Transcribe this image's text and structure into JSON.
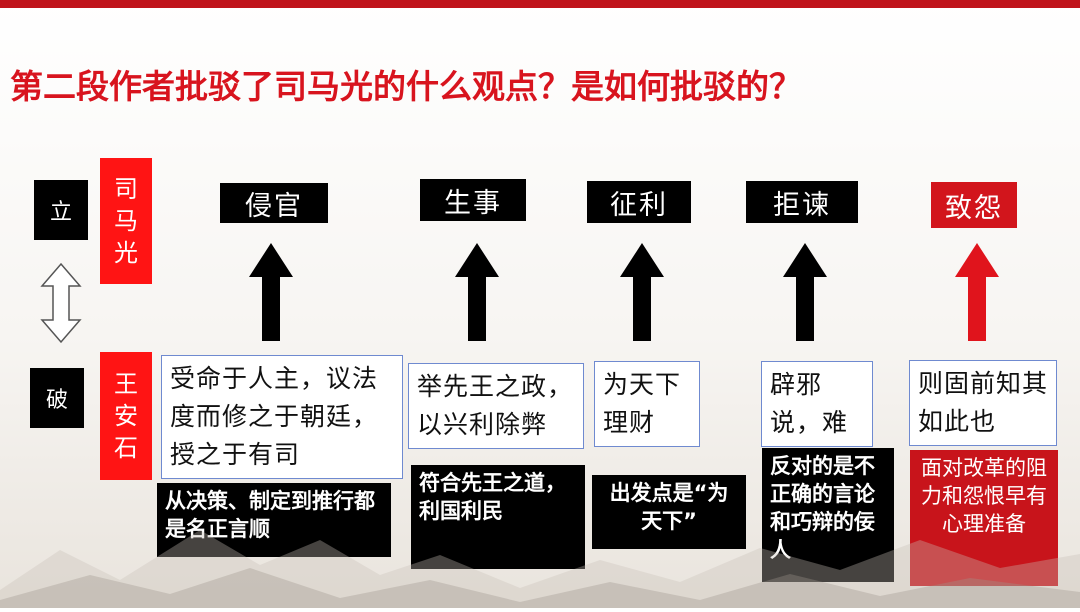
{
  "title": "第二段作者批驳了司马光的什么观点？是如何批驳的？",
  "side": {
    "li": "立",
    "po": "破",
    "simaguang": "司马光",
    "wanganshi": "王安石"
  },
  "headers": [
    "侵官",
    "生事",
    "征利",
    "拒谏",
    "致怨"
  ],
  "quotes": [
    "受命于人主，议法度而修之于朝廷，授之于有司",
    "举先王之政，以兴利除弊",
    "为天下理财",
    "辟邪说，难壬人",
    "则固前知其如此也"
  ],
  "notes": [
    "从决策、制定到推行都是名正言顺",
    "符合先王之道，利国利民",
    "出发点是“为天下”",
    "反对的是不正确的言论和巧辩的佞人",
    "面对改革的阻力和怨恨早有心理准备"
  ],
  "colors": {
    "accent_red": "#d8141e",
    "box_red": "#ff1414",
    "black": "#000000",
    "quote_border": "#6f8ad0"
  }
}
